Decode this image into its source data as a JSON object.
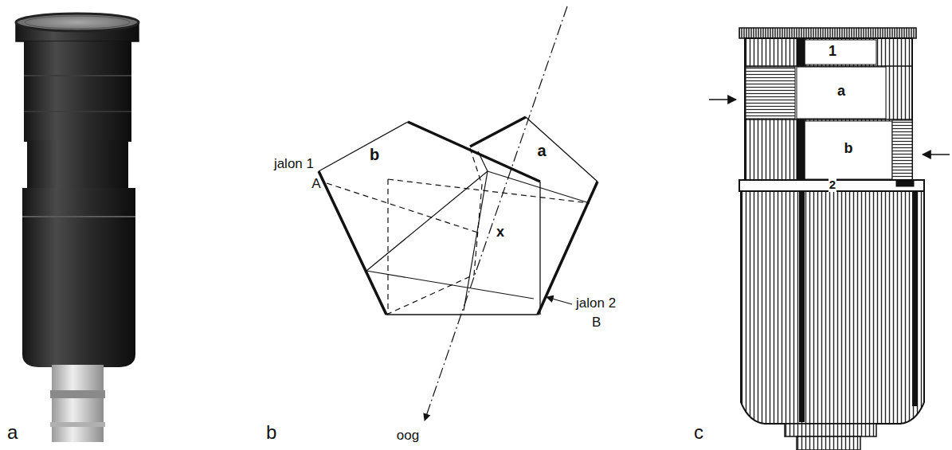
{
  "diagram": {
    "labels": [
      "b",
      "a",
      "jalon 1",
      "A",
      "x",
      "jalon 2",
      "B",
      "oog",
      "1",
      "a",
      "b",
      "2",
      "a",
      "b",
      "c"
    ]
  }
}
